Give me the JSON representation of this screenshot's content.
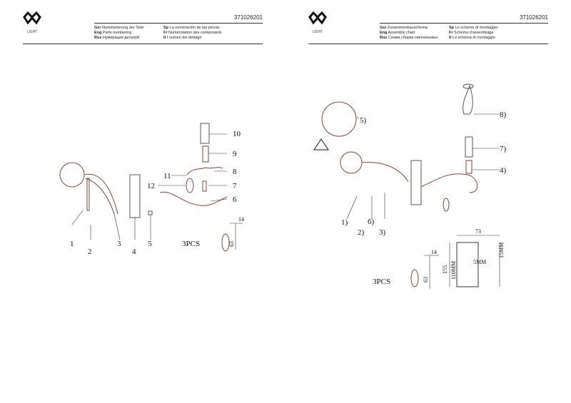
{
  "left": {
    "brand": "LIGHT",
    "code": "371026201",
    "header": [
      {
        "k": "Ger",
        "v": "Nummerierung der Teile"
      },
      {
        "k": "Eng",
        "v": "Parts numbering"
      },
      {
        "k": "Rus",
        "v": "Нумерация деталей"
      },
      {
        "k": "Sp",
        "v": "La numeración de las piezas"
      },
      {
        "k": "Fr",
        "v": "Numérotation des composants"
      },
      {
        "k": "It",
        "v": "I numeri dei dettagli"
      }
    ],
    "labels": [
      "1",
      "2",
      "3",
      "4",
      "5",
      "6",
      "7",
      "8",
      "9",
      "10",
      "11",
      "12"
    ],
    "qty": "3PCS",
    "dims": [
      "14",
      "63"
    ]
  },
  "right": {
    "brand": "LIGHT",
    "code": "371026201",
    "header": [
      {
        "k": "Ger",
        "v": "Zusammenbauschema"
      },
      {
        "k": "Eng",
        "v": "Assembly chart"
      },
      {
        "k": "Rus",
        "v": "Схема сборки светильника"
      },
      {
        "k": "Sp",
        "v": "Lo schema di montaggio"
      },
      {
        "k": "Fr",
        "v": "Schéma d'assemblage"
      },
      {
        "k": "It",
        "v": "Lo schema di montaggio"
      }
    ],
    "labels": [
      "1)",
      "2)",
      "3)",
      "4)",
      "5)",
      "6)",
      "7)",
      "8)"
    ],
    "qty": "3PCS",
    "dims": [
      "14",
      "63",
      "155",
      "110MM",
      "73",
      "15MM",
      "5MM"
    ]
  }
}
